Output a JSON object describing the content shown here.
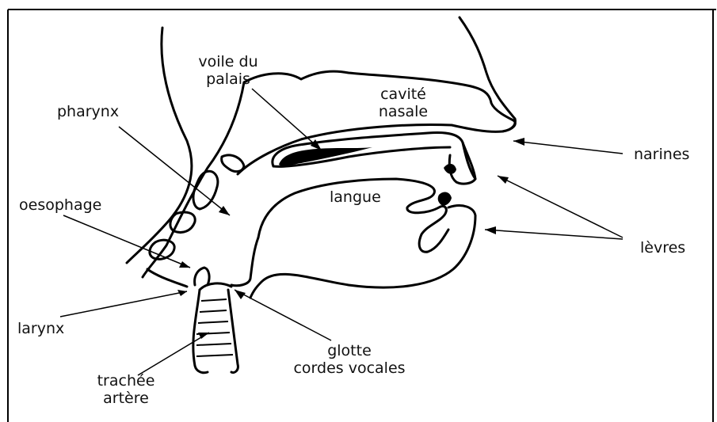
{
  "labels": {
    "voile_du_palais_line1": "voile du",
    "voile_du_palais_line2": "palais",
    "cavite_nasale_line1": "cavité",
    "cavite_nasale_line2": "nasale",
    "pharynx": "pharynx",
    "oesophage": "oesophage",
    "narines": "narines",
    "langue": "langue",
    "levres": "lèvres",
    "larynx": "larynx",
    "glotte": "glotte",
    "cordes_vocales": "cordes vocales",
    "trachee_line1": "trachée",
    "trachee_line2": "artère"
  }
}
